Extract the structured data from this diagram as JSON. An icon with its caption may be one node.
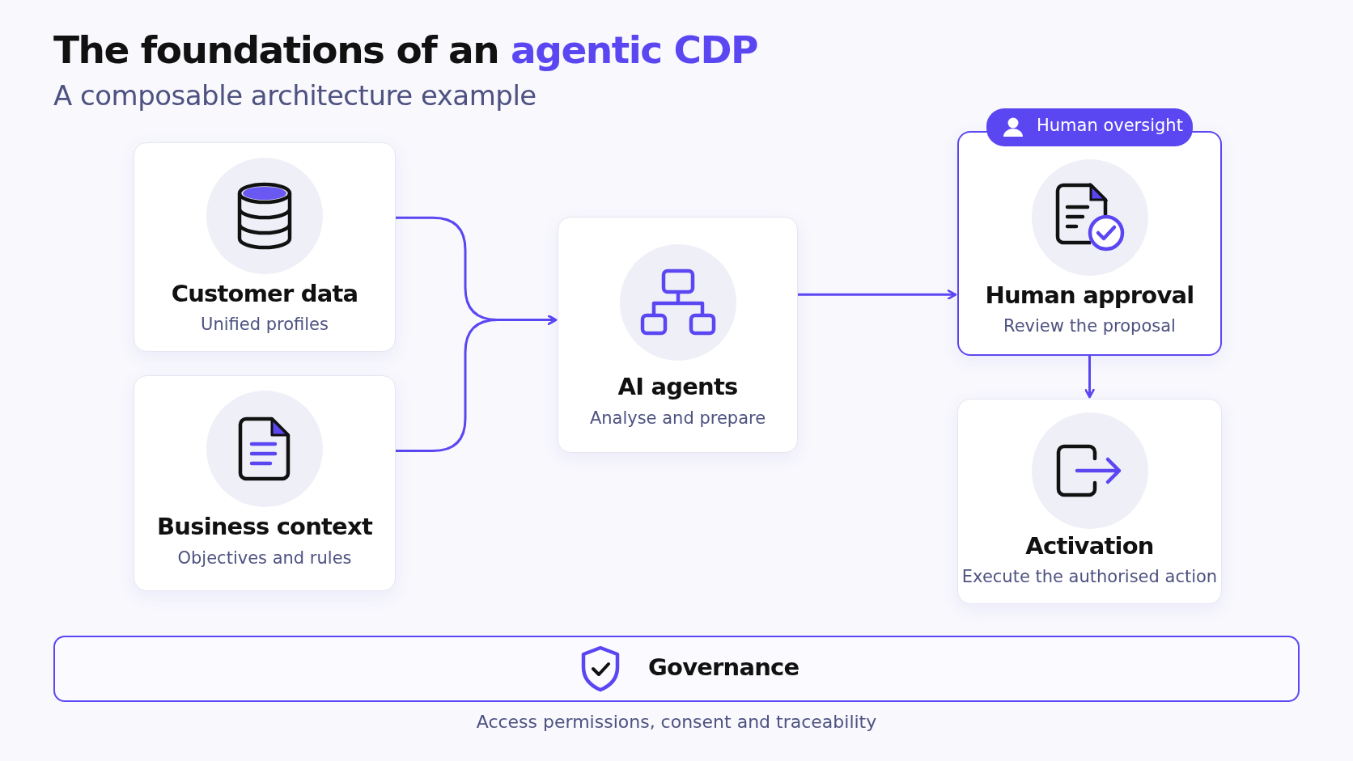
{
  "diagram": {
    "title": "The foundations of an **agentic CDP**",
    "nodes": [
      {
        "text": [
          "Customer data",
          "Unified profiles"
        ]
      },
      {
        "text": [
          "Business context",
          "Objectives and rules"
        ]
      },
      {
        "text": [
          "AI agents",
          "Analyse and prepare"
        ]
      },
      {
        "text": [
          "Human approval",
          "Review the proposal"
        ]
      },
      {
        "text": [
          "Human oversight"
        ]
      },
      {
        "text": [
          "Activation",
          "Execute the authorised action"
        ]
      },
      {
        "text": [
          "Governance"
        ],
        "beside": [
          "Access permissions, consent and traceability"
        ]
      }
    ],
    "edges": [
      {
        "from": 0,
        "to": 2,
        "arrow": "to"
      },
      {
        "from": 1,
        "to": 2,
        "arrow": "to"
      },
      {
        "from": 2,
        "to": 3,
        "arrow": "to"
      },
      {
        "from": 3,
        "to": 5,
        "arrow": "to"
      }
    ],
    "labels": [
      "A composable architecture example"
    ]
  }
}
